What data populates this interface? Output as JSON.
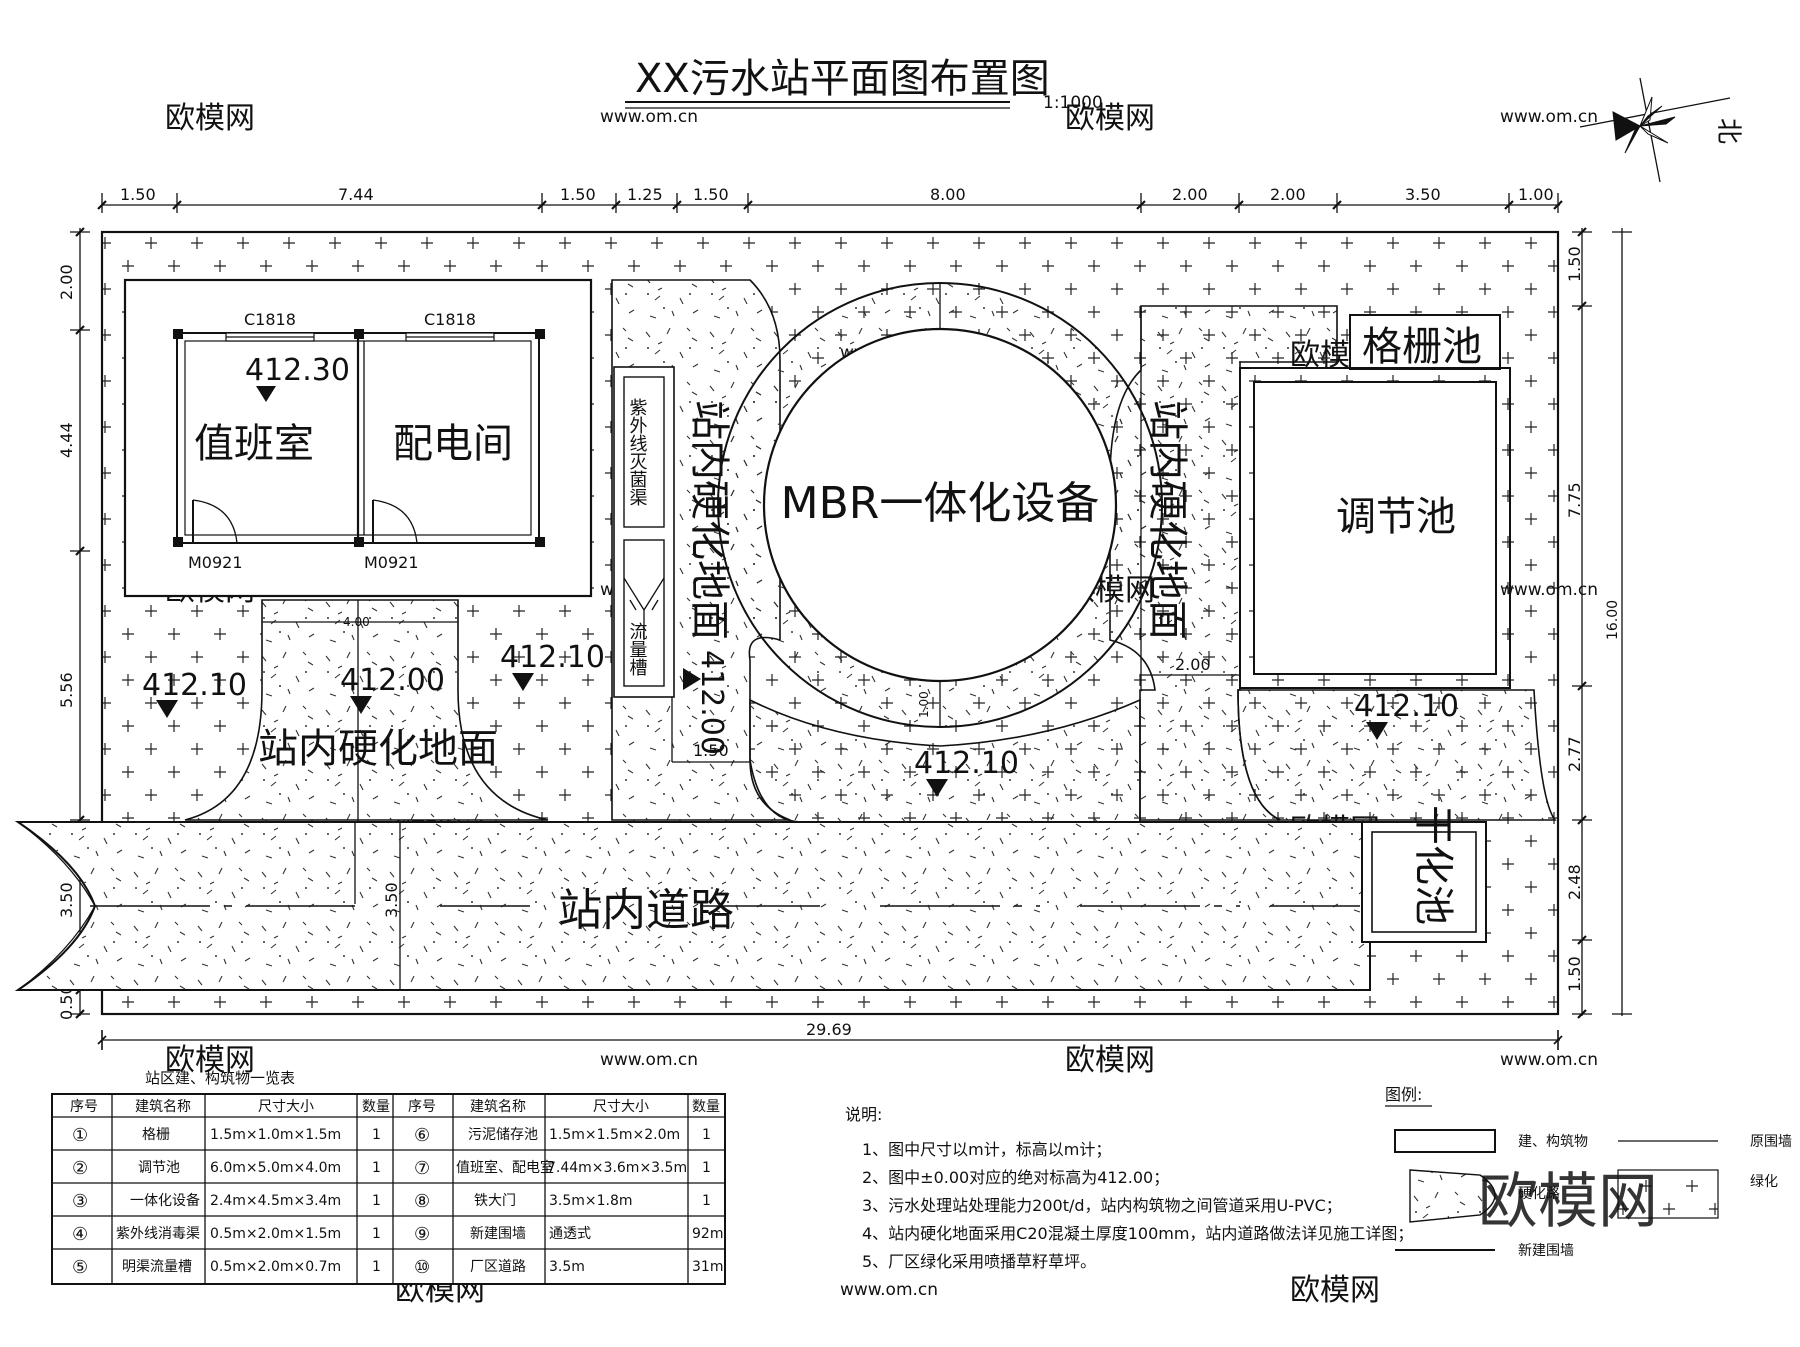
{
  "title": "XX污水站平面图布置图",
  "scale": "1:1000",
  "north": "北",
  "watermark": {
    "brand": "欧模网",
    "url": "www.om.cn"
  },
  "dims_top": [
    "1.50",
    "7.44",
    "1.50",
    "1.25",
    "1.50",
    "8.00",
    "2.00",
    "2.00",
    "3.50",
    "1.00"
  ],
  "dims_left": [
    "2.00",
    "4.44",
    "5.56",
    "3.50",
    "0.50"
  ],
  "dims_right": [
    "1.50",
    "7.75",
    "2.77",
    "2.48",
    "1.50"
  ],
  "dim_total_right": "16.00",
  "dim_total_bottom": "29.69",
  "dims_inner": {
    "gap_4": "4.00",
    "road_3_50": "3.50",
    "w_1_50": "1.50",
    "w_1_00": "1.00",
    "w_2_00": "2.00"
  },
  "doors": {
    "window": "C1818",
    "door": "M0921"
  },
  "rooms": {
    "duty_room": "值班室",
    "power_room": "配电间",
    "uv_channel": "紫外线灭菌渠",
    "flow_trough": "流量槽",
    "mbr": "MBR一体化设备",
    "grid_pool": "格栅池",
    "adjust_pool": "调节池",
    "dry_pool": "干化池",
    "hardened_ground": "站内硬化地面",
    "road": "站内道路"
  },
  "elevations": {
    "duty": "412.30",
    "e1": "412.10",
    "e2": "412.00",
    "e3": "412.10",
    "e4": "412.00",
    "e5": "412.10",
    "e6": "412.10"
  },
  "table": {
    "title": "站区建、构筑物一览表",
    "headers": [
      "序号",
      "建筑名称",
      "尺寸大小",
      "数量",
      "序号",
      "建筑名称",
      "尺寸大小",
      "数量"
    ],
    "rows": [
      [
        "①",
        "格栅",
        "1.5m×1.0m×1.5m",
        "1",
        "⑥",
        "污泥储存池",
        "1.5m×1.5m×2.0m",
        "1"
      ],
      [
        "②",
        "调节池",
        "6.0m×5.0m×4.0m",
        "1",
        "⑦",
        "值班室、配电室",
        "7.44m×3.6m×3.5m",
        "1"
      ],
      [
        "③",
        "一体化设备",
        "2.4m×4.5m×3.4m",
        "1",
        "⑧",
        "铁大门",
        "3.5m×1.8m",
        "1"
      ],
      [
        "④",
        "紫外线消毒渠",
        "0.5m×2.0m×1.5m",
        "1",
        "⑨",
        "新建围墙",
        "通透式",
        "92m"
      ],
      [
        "⑤",
        "明渠流量槽",
        "0.5m×2.0m×0.7m",
        "1",
        "⑩",
        "厂区道路",
        "3.5m",
        "31m"
      ]
    ]
  },
  "notes": {
    "title": "说明:",
    "items": [
      "1、图中尺寸以m计，标高以m计；",
      "2、图中±0.00对应的绝对标高为412.00；",
      "3、污水处理站处理能力200t/d，站内构筑物之间管道采用U-PVC；",
      "4、站内硬化地面采用C20混凝土厚度100mm，站内道路做法详见施工详图；",
      "5、厂区绿化采用喷播草籽草坪。"
    ]
  },
  "legend": {
    "title": "图例:",
    "building": "建、构筑物",
    "old_wall": "原围墙",
    "hard_road": "硬化路",
    "green": "绿化",
    "new_wall": "新建围墙"
  }
}
